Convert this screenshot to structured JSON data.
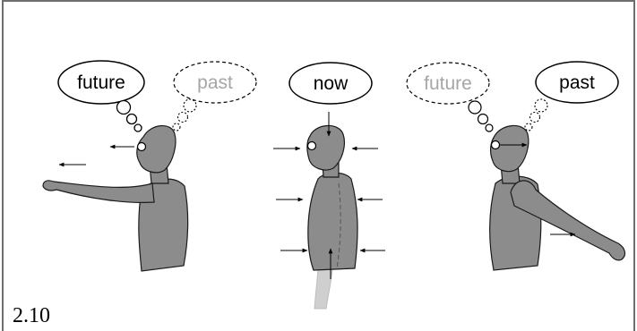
{
  "figure": {
    "number": "2.10",
    "panels": [
      {
        "id": "future",
        "thought_solid": "future",
        "thought_dashed": "past"
      },
      {
        "id": "now",
        "thought_solid": "now"
      },
      {
        "id": "past",
        "thought_dashed": "future",
        "thought_solid": "past"
      }
    ]
  },
  "colors": {
    "body_fill": "#8c8c8c",
    "faded_arm": "#cfcfcf",
    "outline": "#1a1a1a",
    "faded_text": "#a6a6a6",
    "border": "#6e6e6e"
  }
}
